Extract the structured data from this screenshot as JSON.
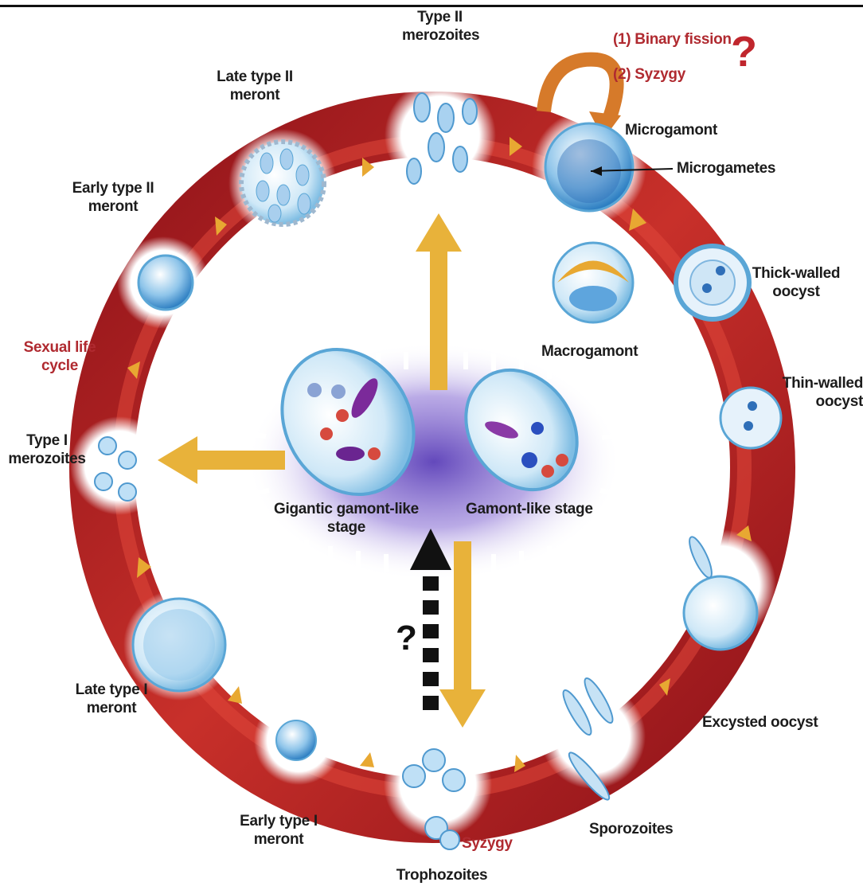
{
  "colors": {
    "ring_outer": "#9e1620",
    "ring_inner": "#d43a2e",
    "arrow_gold": "#e8b23a",
    "cell_fill": "#cfe8f7",
    "cell_stroke": "#5aa6d6",
    "center_glow": "#8a6fd0",
    "label_red": "#b02a30"
  },
  "labels": {
    "type2_merozoites": [
      "Type II",
      "merozoites"
    ],
    "late_type2_meront": [
      "Late type II",
      "meront"
    ],
    "early_type2_meront": [
      "Early type II",
      "meront"
    ],
    "binary_fission": "(1) Binary fission",
    "syzygy_top": "(2) Syzygy",
    "microgamont": "Microgamont",
    "microgametes": "Microgametes",
    "thick_walled": [
      "Thick-walled",
      "oocyst"
    ],
    "thin_walled": [
      "Thin-walled",
      "oocyst"
    ],
    "macrogamont": "Macrogamont",
    "sexual_life_cycle": [
      "Sexual life",
      "cycle"
    ],
    "type1_merozoites": [
      "Type I",
      "merozoites"
    ],
    "gigantic_gamont": [
      "Gigantic gamont-like",
      "stage"
    ],
    "gamont_like": "Gamont-like stage",
    "late_type1_meront": [
      "Late type I",
      "meront"
    ],
    "early_type1_meront": [
      "Early type I",
      "meront"
    ],
    "trophozoites": "Trophozoites",
    "syzygy_bottom": "Syzygy",
    "sporozoites": "Sporozoites",
    "excysted_oocyst": "Excysted oocyst",
    "question_red": "?",
    "question_black": "?"
  }
}
